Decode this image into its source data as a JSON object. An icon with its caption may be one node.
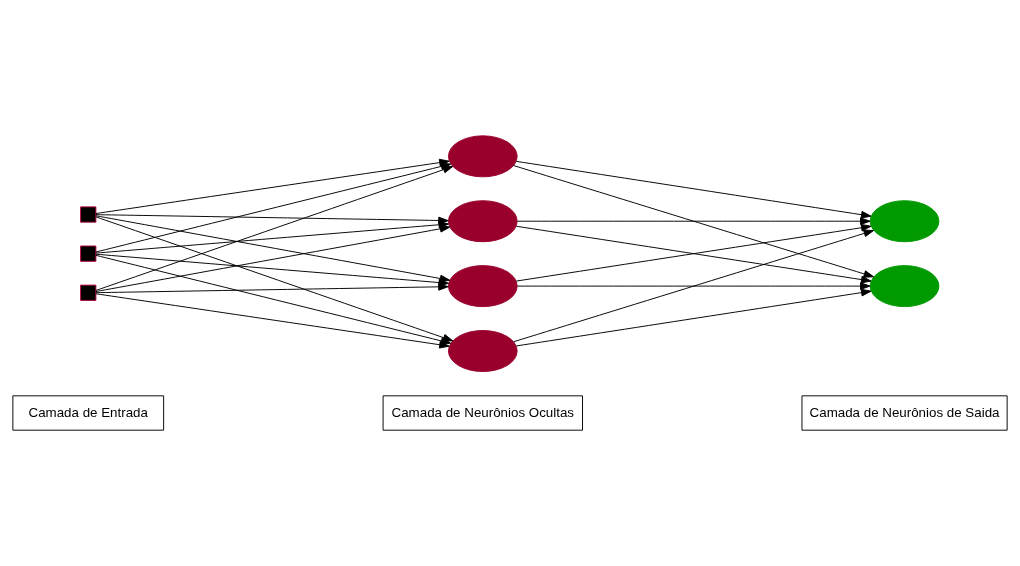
{
  "diagram": {
    "nodes": [
      {
        "text": [
          "Camada de Entrada"
        ]
      },
      {
        "text": [
          "Camada de Neurônios Ocultas"
        ]
      },
      {
        "text": [
          "Camada de Neurônios de Saida"
        ]
      },
      {
        "text": [],
        "shape": "box"
      },
      {
        "text": [],
        "shape": "box"
      },
      {
        "text": [],
        "shape": "box"
      },
      {
        "text": [],
        "shape": "ellipse"
      },
      {
        "text": [],
        "shape": "ellipse"
      },
      {
        "text": [],
        "shape": "ellipse"
      },
      {
        "text": [],
        "shape": "ellipse"
      },
      {
        "text": [],
        "shape": "ellipse"
      },
      {
        "text": [],
        "shape": "ellipse"
      }
    ],
    "edges": [
      {
        "from": 3,
        "to": 6,
        "arrow": "to"
      },
      {
        "from": 3,
        "to": 7,
        "arrow": "to"
      },
      {
        "from": 3,
        "to": 8,
        "arrow": "to"
      },
      {
        "from": 3,
        "to": 9,
        "arrow": "to"
      },
      {
        "from": 4,
        "to": 6,
        "arrow": "to"
      },
      {
        "from": 4,
        "to": 7,
        "arrow": "to"
      },
      {
        "from": 4,
        "to": 8,
        "arrow": "to"
      },
      {
        "from": 4,
        "to": 9,
        "arrow": "to"
      },
      {
        "from": 5,
        "to": 6,
        "arrow": "to"
      },
      {
        "from": 5,
        "to": 7,
        "arrow": "to"
      },
      {
        "from": 5,
        "to": 8,
        "arrow": "to"
      },
      {
        "from": 5,
        "to": 9,
        "arrow": "to"
      },
      {
        "from": 6,
        "to": 10,
        "arrow": "to"
      },
      {
        "from": 6,
        "to": 11,
        "arrow": "to"
      },
      {
        "from": 7,
        "to": 10,
        "arrow": "to"
      },
      {
        "from": 7,
        "to": 11,
        "arrow": "to"
      },
      {
        "from": 8,
        "to": 10,
        "arrow": "to"
      },
      {
        "from": 8,
        "to": 11,
        "arrow": "to"
      },
      {
        "from": 9,
        "to": 10,
        "arrow": "to"
      },
      {
        "from": 9,
        "to": 11,
        "arrow": "to"
      }
    ]
  }
}
